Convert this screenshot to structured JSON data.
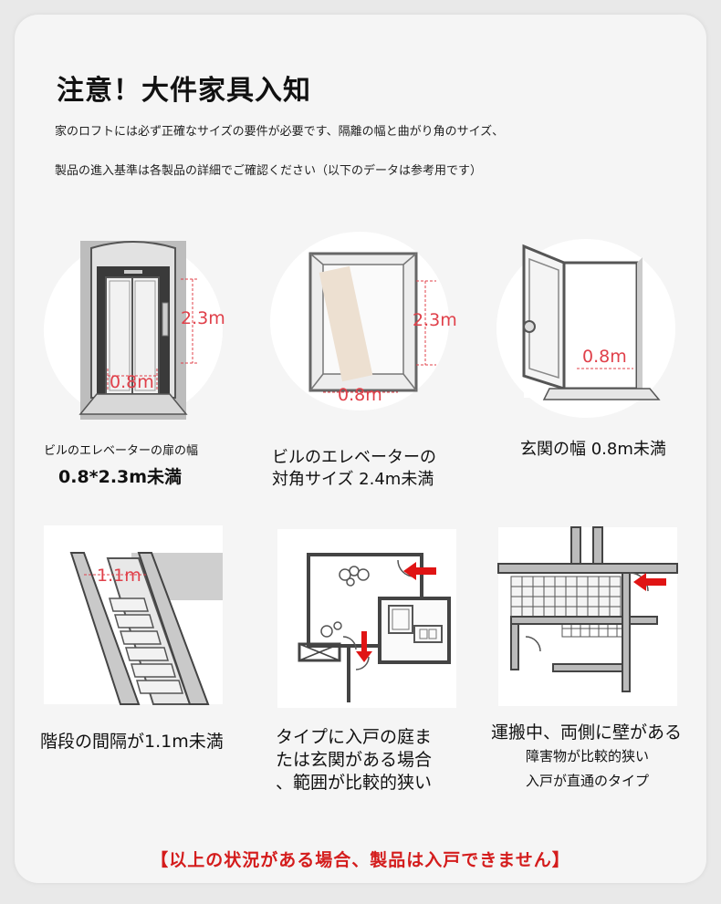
{
  "title": "注意！大件家具入知",
  "intro": {
    "line1": "家のロフトには必ず正確なサイズの要件が必要です、隔離の幅と曲がり角のサイズ、",
    "line2": "製品の進入基準は各製品の詳細でご確認ください（以下のデータは参考用です）"
  },
  "items": [
    {
      "icon": "elevator-door-icon",
      "width_label": "0.8m",
      "height_label": "2.3m",
      "caption_line1": "ビルのエレベーターの扉の幅",
      "caption_line2": "0.8*2.3m未満"
    },
    {
      "icon": "elevator-interior-icon",
      "width_label": "0.8m",
      "height_label": "2.3m",
      "caption_line1": "ビルのエレベーターの",
      "caption_line2": "対角サイズ 2.4m未満"
    },
    {
      "icon": "entrance-door-icon",
      "width_label": "0.8m",
      "caption_line1": "玄関の幅 0.8m未満"
    },
    {
      "icon": "staircase-icon",
      "width_label": "1.1m",
      "caption_line1": "階段の間隔が1.1m未満"
    },
    {
      "icon": "courtyard-floorplan-icon",
      "caption_line1": "タイプに入戸の庭ま",
      "caption_line2": "たは玄関がある場合",
      "caption_line3": "、範囲が比較的狭い"
    },
    {
      "icon": "corridor-floorplan-icon",
      "caption_line1": "運搬中、両側に壁がある",
      "caption_line2": "障害物が比較的狭い",
      "caption_line3": "入戸が直通のタイプ"
    }
  ],
  "warning": "【以上の状況がある場合、製品は入戸できません】",
  "colors": {
    "dimension": "#e0404a",
    "warning": "#d41c1c",
    "arrow": "#e01414"
  }
}
